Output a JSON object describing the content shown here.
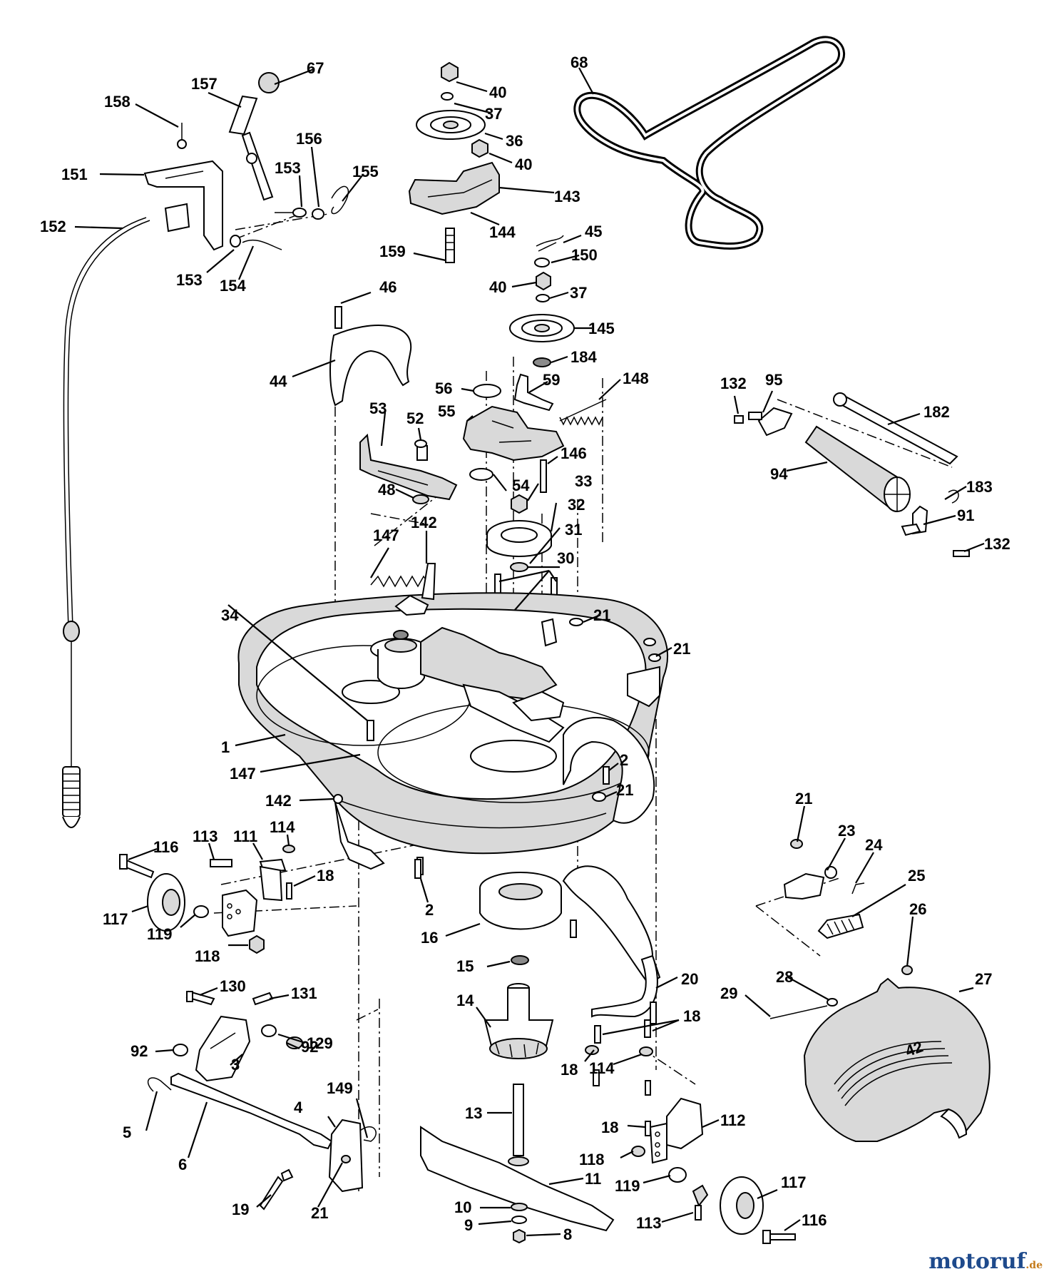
{
  "watermark": {
    "brand": "motoruf",
    "tld": ".de"
  },
  "deck_label": "42",
  "callouts": [
    "67",
    "157",
    "158",
    "151",
    "152",
    "153",
    "154",
    "156",
    "153",
    "155",
    "40",
    "37",
    "36",
    "40",
    "143",
    "144",
    "159",
    "68",
    "45",
    "150",
    "40",
    "37",
    "145",
    "184",
    "46",
    "44",
    "56",
    "59",
    "148",
    "53",
    "52",
    "55",
    "146",
    "48",
    "54",
    "33",
    "32",
    "31",
    "147",
    "142",
    "30",
    "34",
    "21",
    "21",
    "1",
    "147",
    "2",
    "21",
    "142",
    "116",
    "113",
    "111",
    "114",
    "18",
    "117",
    "119",
    "118",
    "2",
    "16",
    "130",
    "131",
    "92",
    "3",
    "129",
    "92",
    "5",
    "6",
    "4",
    "149",
    "19",
    "21",
    "15",
    "14",
    "13",
    "11",
    "10",
    "9",
    "8",
    "20",
    "18",
    "18",
    "114",
    "18",
    "112",
    "118",
    "119",
    "117",
    "113",
    "116",
    "132",
    "95",
    "182",
    "94",
    "183",
    "91",
    "132",
    "21",
    "23",
    "24",
    "25",
    "26",
    "27",
    "28",
    "29"
  ]
}
